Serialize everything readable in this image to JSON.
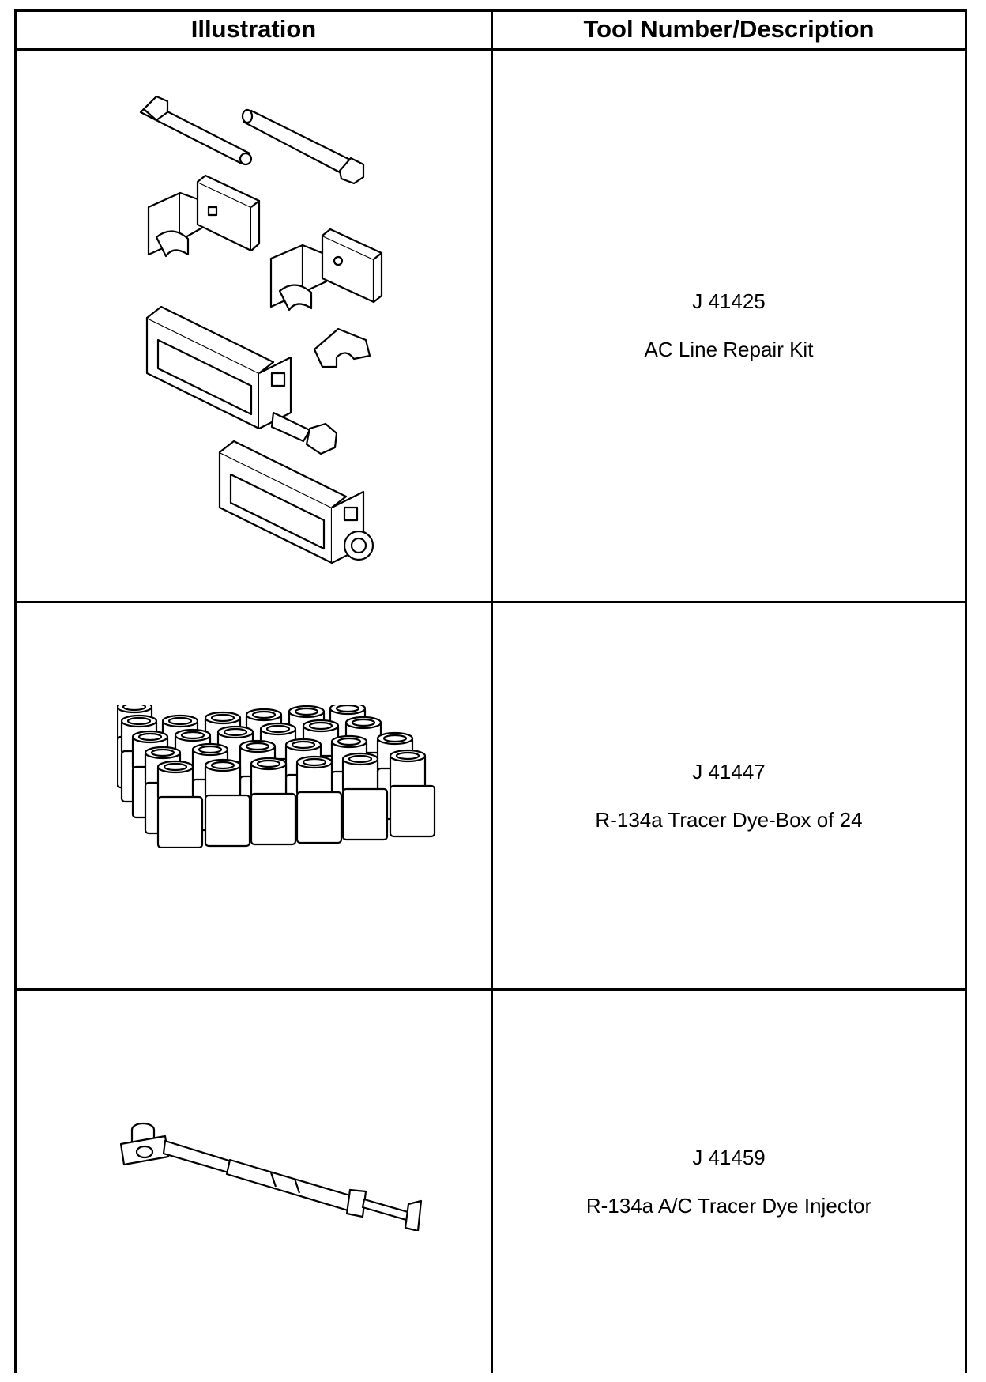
{
  "table": {
    "headers": {
      "illustration": "Illustration",
      "description": "Tool Number/Description"
    },
    "rows": [
      {
        "tool_number": "J 41425",
        "description": "AC Line Repair Kit",
        "illustration_icon": "ac-line-repair-kit-icon"
      },
      {
        "tool_number": "J 41447",
        "description": "R-134a Tracer Dye-Box of 24",
        "illustration_icon": "tracer-dye-bottles-icon"
      },
      {
        "tool_number": "J 41459",
        "description": "R-134a A/C Tracer Dye Injector",
        "illustration_icon": "dye-injector-icon"
      }
    ]
  },
  "colors": {
    "line": "#000000",
    "background": "#ffffff"
  }
}
